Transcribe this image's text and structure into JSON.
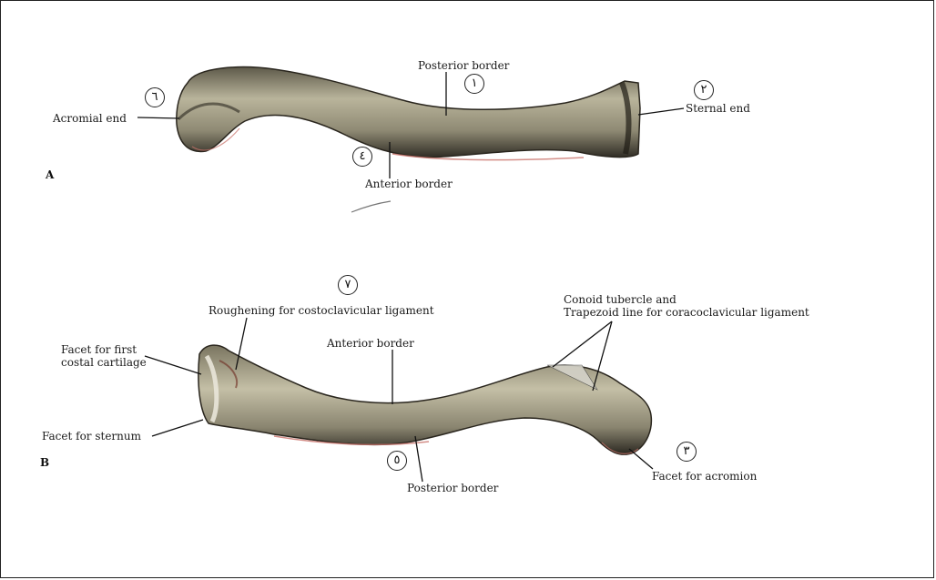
{
  "figures": {
    "a": {
      "letter": "A",
      "labels": {
        "posterior_border": "Posterior border",
        "acromial_end": "Acromial end",
        "sternal_end": "Sternal end",
        "anterior_border": "Anterior border"
      },
      "markers": {
        "m1": "١",
        "m2": "٢",
        "m4": "٤",
        "m6": "٦"
      }
    },
    "b": {
      "letter": "B",
      "labels": {
        "roughening": "Roughening for costoclavicular ligament",
        "conoid": "Conoid tubercle and\nTrapezoid line for coracoclavicular ligament",
        "facet_first_costal": "Facet for first\ncostal cartilage",
        "anterior_border": "Anterior border",
        "facet_sternum": "Facet for sternum",
        "posterior_border": "Posterior border",
        "facet_acromion": "Facet for acromion"
      },
      "markers": {
        "m3": "٣",
        "m5": "٥",
        "m7": "٧"
      }
    }
  }
}
